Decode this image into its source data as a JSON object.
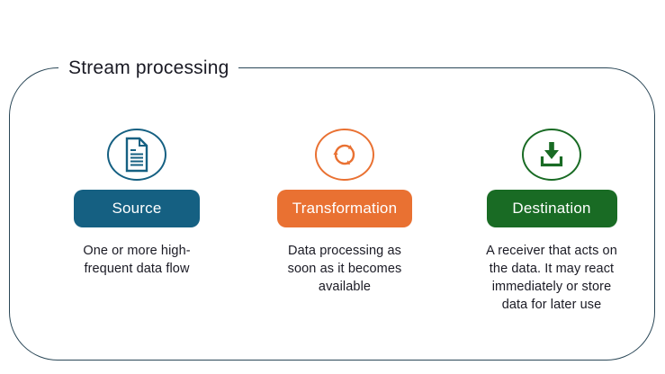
{
  "diagram": {
    "title": "Stream processing",
    "frame_color": "#2A4757",
    "text_color": "#1A1A24",
    "background": "#FFFFFF"
  },
  "columns": [
    {
      "label": "Source",
      "icon": "document-icon",
      "accent": "#156082",
      "description": "One or more high-\nfrequent data flow"
    },
    {
      "label": "Transformation",
      "icon": "cycle-arrows-icon",
      "accent": "#E97132",
      "description": "Data processing as\nsoon as it becomes\navailable"
    },
    {
      "label": "Destination",
      "icon": "download-icon",
      "accent": "#196B24",
      "description": "A receiver that acts on\nthe data. It may react\nimmediately or store\ndata for later use"
    }
  ]
}
